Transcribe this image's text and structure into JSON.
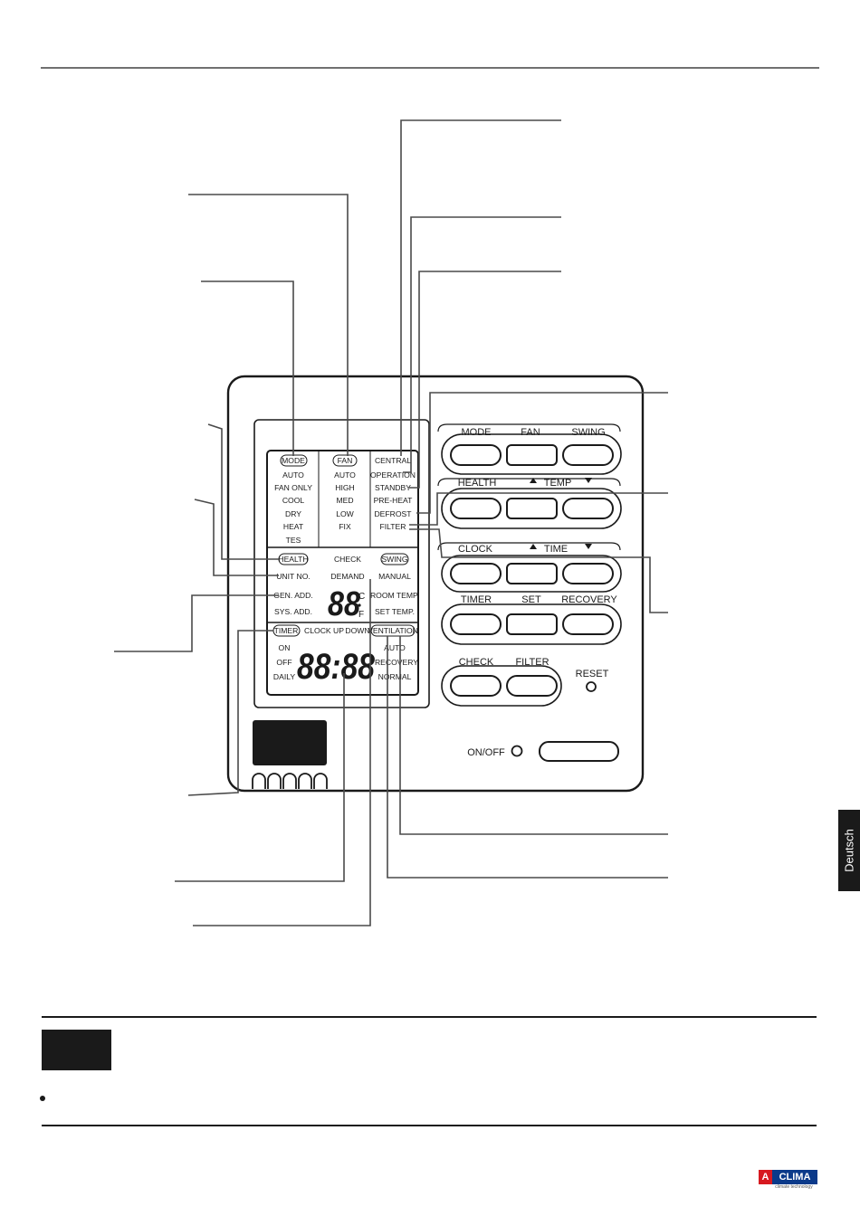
{
  "side_tab": "Deutsch",
  "logo": {
    "a": "A",
    "brand": "CLIMA",
    "tagline": "climate technology"
  },
  "lcd": {
    "mode_header": "MODE",
    "mode_items": [
      "AUTO",
      "FAN ONLY",
      "COOL",
      "DRY",
      "HEAT",
      "TES"
    ],
    "fan_header": "FAN",
    "fan_items": [
      "AUTO",
      "HIGH",
      "MED",
      "LOW",
      "FIX"
    ],
    "status_items": [
      "CENTRAL",
      "OPERATION",
      "STANDBY",
      "PRE-HEAT",
      "DEFROST",
      "FILTER"
    ],
    "health": "HEALTH",
    "check": "CHECK",
    "swing": "SWING",
    "unit_no": "UNIT NO.",
    "demand": "DEMAND",
    "manual": "MANUAL",
    "gen_add": "GEN. ADD.",
    "room_temp": "ROOM TEMP.",
    "sys_add": "SYS. ADD.",
    "set_temp": "SET TEMP.",
    "temp_digits": "88",
    "deg_c": "C",
    "deg_f": "F",
    "timer": "TIMER",
    "clock_up": "CLOCK UP",
    "down": "DOWN",
    "ventilation": "VENTILATION",
    "on": "ON",
    "off": "OFF",
    "daily": "DAILY",
    "time_digits": "88:88",
    "auto": "AUTO",
    "recovery": "RECOVERY",
    "normal": "NORMAL"
  },
  "buttons": {
    "mode": "MODE",
    "fan": "FAN",
    "swing": "SWING",
    "health": "HEALTH",
    "temp": "TEMP",
    "clock": "CLOCK",
    "time": "TIME",
    "timer": "TIMER",
    "set": "SET",
    "recovery": "RECOVERY",
    "check": "CHECK",
    "filter": "FILTER",
    "reset": "RESET",
    "onoff": "ON/OFF"
  }
}
